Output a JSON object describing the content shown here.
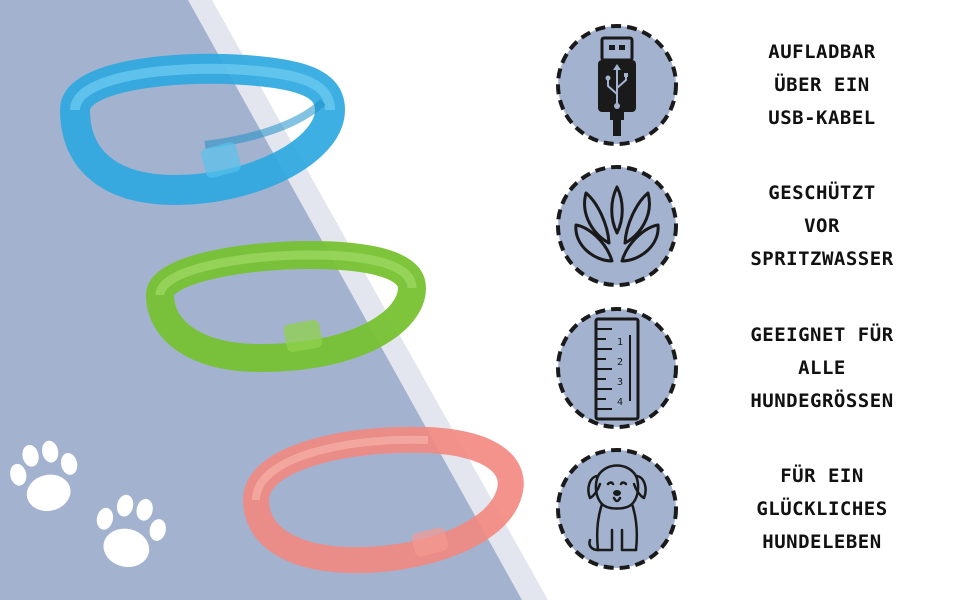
{
  "colors": {
    "panel_bg": "#a3b3cf",
    "diagonal_stripe": "#e3e6ee",
    "badge_fill": "#a3b3cf",
    "badge_border": "#1a1a1a",
    "text": "#111111",
    "band_blue": "#3fb3e6",
    "band_green": "#7fc83b",
    "band_pink": "#f28c83",
    "paw": "#ffffff"
  },
  "products": [
    {
      "name": "blue-led-band",
      "color": "#3fb3e6"
    },
    {
      "name": "green-led-band",
      "color": "#7fc83b"
    },
    {
      "name": "pink-led-band",
      "color": "#f28c83"
    }
  ],
  "features": [
    {
      "icon": "usb-cable-icon",
      "lines": [
        "AUFLADBAR",
        "ÜBER EIN",
        "USB-KABEL"
      ]
    },
    {
      "icon": "water-splash-icon",
      "lines": [
        "GESCHÜTZT",
        "VOR",
        "SPRITZWASSER"
      ]
    },
    {
      "icon": "ruler-icon",
      "ruler_ticks": [
        "1",
        "2",
        "3",
        "4"
      ],
      "lines": [
        "GEEIGNET FÜR",
        "ALLE",
        "HUNDEGRÖSSEN"
      ]
    },
    {
      "icon": "dog-icon",
      "lines": [
        "FÜR EIN",
        "GLÜCKLICHES",
        "HUNDELEBEN"
      ]
    }
  ]
}
